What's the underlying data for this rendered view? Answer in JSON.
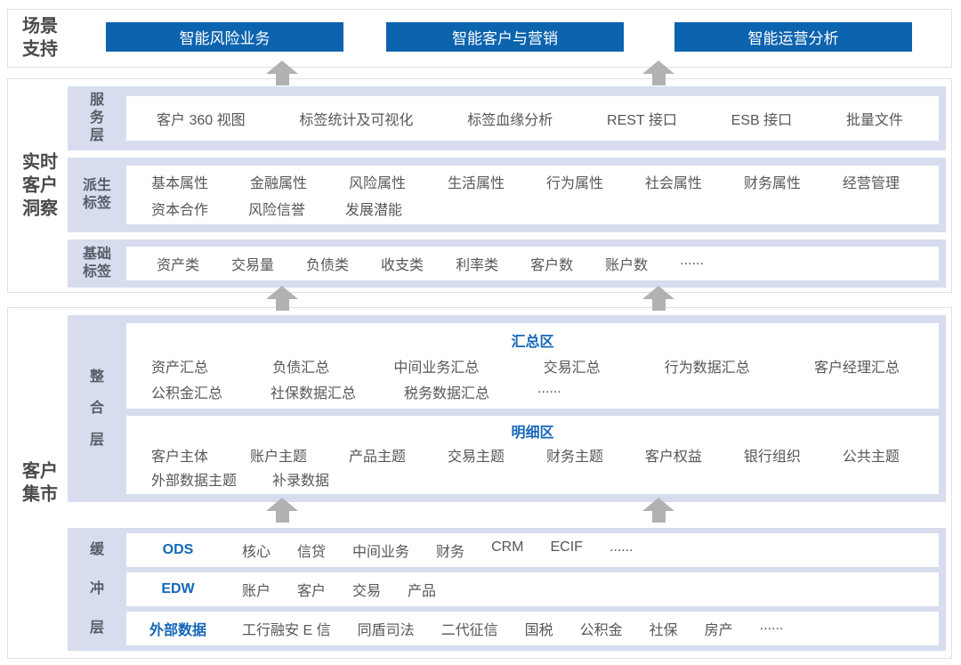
{
  "colors": {
    "button_blue": "#0c63ae",
    "accent_blue": "#1467b8",
    "row_background": "#d7ddee",
    "arrow_gray": "#b1b1b1",
    "item_text": "#56575a",
    "label_text": "#4a4a4a"
  },
  "scenario": {
    "label": "场景\n支持",
    "buttons": [
      "智能风险业务",
      "智能客户与营销",
      "智能运营分析"
    ]
  },
  "insight": {
    "label": "实时\n客户\n洞察",
    "service": {
      "label": "服\n务\n层",
      "items": [
        "客户 360 视图",
        "标签统计及可视化",
        "标签血缘分析",
        "REST 接口",
        "ESB 接口",
        "批量文件"
      ]
    },
    "derived": {
      "label": "派生\n标签",
      "line1": [
        "基本属性",
        "金融属性",
        "风险属性",
        "生活属性",
        "行为属性",
        "社会属性",
        "财务属性",
        "经营管理"
      ],
      "line2": [
        "资本合作",
        "风险信誉",
        "发展潜能"
      ]
    },
    "basic": {
      "label": "基础\n标签",
      "items": [
        "资产类",
        "交易量",
        "负债类",
        "收支类",
        "利率类",
        "客户数",
        "账户数",
        "......"
      ]
    }
  },
  "mart": {
    "label": "客户\n集市",
    "integration": {
      "label": "整\n合\n层",
      "summary": {
        "title": "汇总区",
        "line1": [
          "资产汇总",
          "负债汇总",
          "中间业务汇总",
          "交易汇总",
          "行为数据汇总",
          "客户经理汇总"
        ],
        "line2": [
          "公积金汇总",
          "社保数据汇总",
          "税务数据汇总",
          "......"
        ]
      },
      "detail": {
        "title": "明细区",
        "line1": [
          "客户主体",
          "账户主题",
          "产品主题",
          "交易主题",
          "财务主题",
          "客户权益",
          "银行组织",
          "公共主题"
        ],
        "line2": [
          "外部数据主题",
          "补录数据"
        ]
      }
    },
    "buffer": {
      "label": "缓\n冲\n层",
      "ods": {
        "name": "ODS",
        "items": [
          "核心",
          "信贷",
          "中间业务",
          "财务",
          "CRM",
          "ECIF",
          "......"
        ]
      },
      "edw": {
        "name": "EDW",
        "items": [
          "账户",
          "客户",
          "交易",
          "产品"
        ]
      },
      "external": {
        "name": "外部数据",
        "items": [
          "工行融安 E 信",
          "同盾司法",
          "二代征信",
          "国税",
          "公积金",
          "社保",
          "房产",
          "......"
        ]
      }
    }
  }
}
